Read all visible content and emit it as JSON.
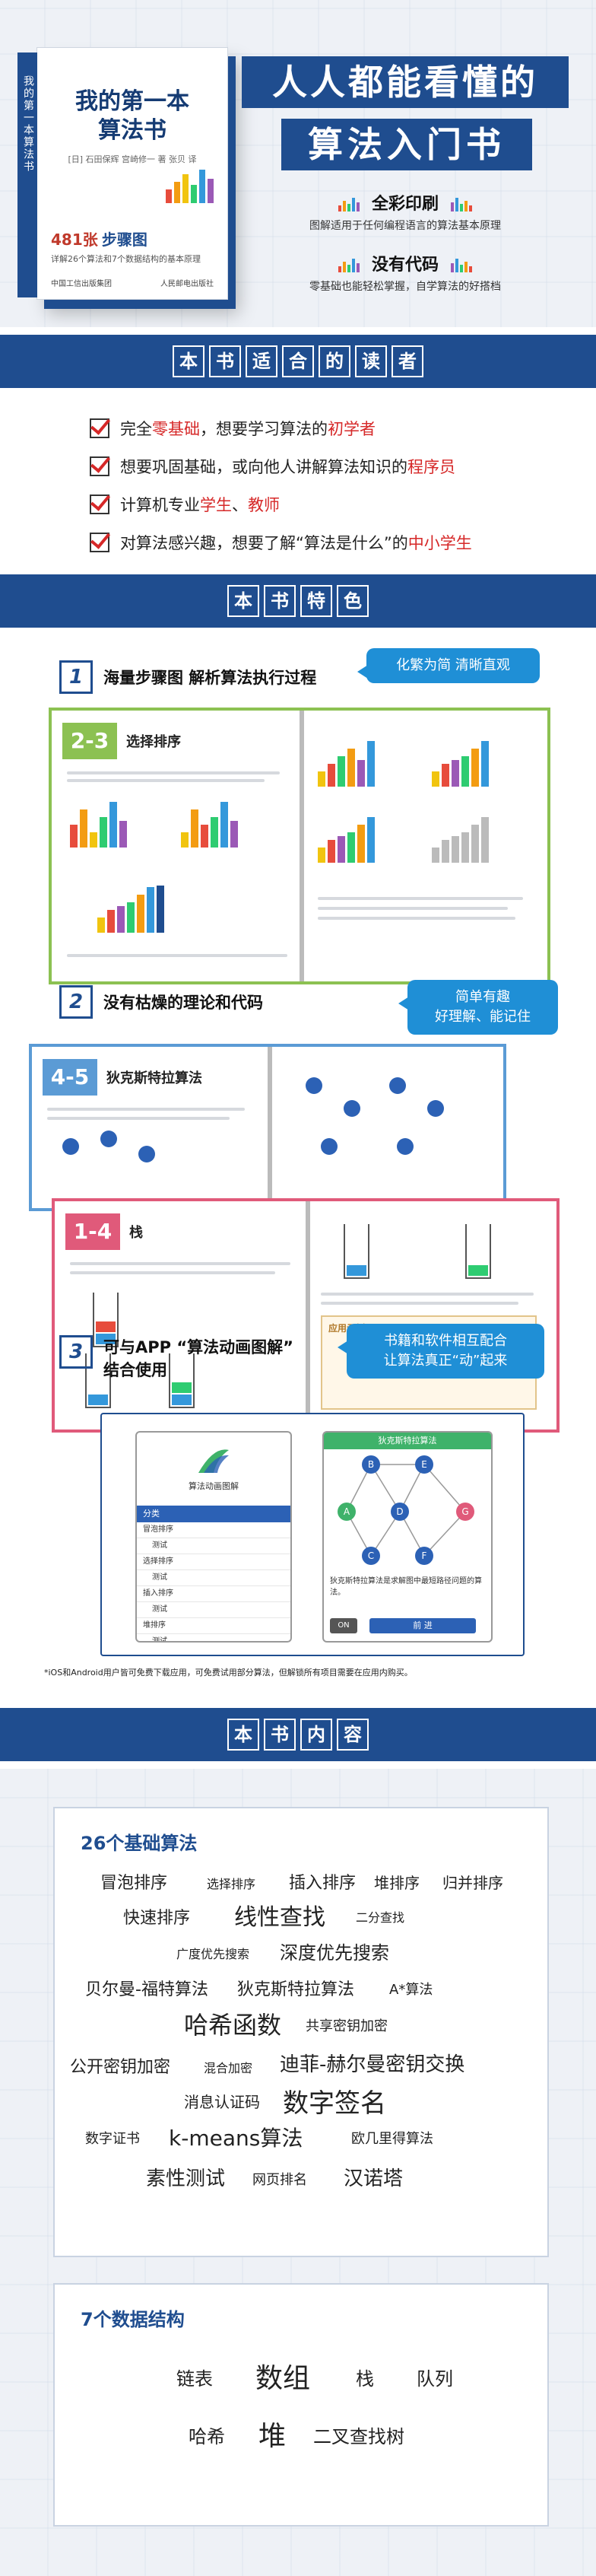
{
  "book": {
    "spine": "我的第一本算法书",
    "title_line1": "我的第一本",
    "title_line2": "算法书",
    "subtitle": "[日] 石田保辉 宫崎修一 著  张贝 译",
    "badge_a": "481张",
    "badge_b": "步骤图",
    "badge_note": "详解26个算法和7个数据结构的基本原理",
    "publisher": "中国工信出版集团",
    "publisher2": "人民邮电出版社"
  },
  "hero": {
    "title1": "人人都能看懂的",
    "title2": "算法入门书",
    "feature1_title": "全彩印刷",
    "feature1_desc": "图解适用于任何编程语言的算法基本原理",
    "feature2_title": "没有代码",
    "feature2_desc": "零基础也能轻松掌握，自学算法的好搭档"
  },
  "readers_section": {
    "tag": [
      "本",
      "书",
      "适",
      "合",
      "的",
      "读",
      "者"
    ],
    "items": [
      {
        "a": "完全",
        "hl1": "零基础",
        "b": "，想要学习算法的",
        "hl2": "初学者",
        "c": ""
      },
      {
        "a": "想要巩固基础，或向他人讲解算法知识的",
        "hl1": "程序员",
        "b": "",
        "hl2": "",
        "c": ""
      },
      {
        "a": "计算机专业",
        "hl1": "学生",
        "b": "、",
        "hl2": "教师",
        "c": ""
      },
      {
        "a": "对算法感兴趣，想要了解“算法是什么”的",
        "hl1": "中小学生",
        "b": "",
        "hl2": "",
        "c": ""
      }
    ]
  },
  "features_section": {
    "tag": [
      "本",
      "书",
      "特",
      "色"
    ],
    "f1": {
      "num": "1",
      "label": "海量步骤图 解析算法执行过程",
      "bubble": "化繁为简 清晰直观",
      "lesson_num": "2-3",
      "lesson_title": "选择排序"
    },
    "f2": {
      "num": "2",
      "label": "没有枯燥的理论和代码",
      "bubble_l1": "简单有趣",
      "bubble_l2": "好理解、能记住",
      "lesson_num_a": "4-5",
      "lesson_title_a": "狄克斯特拉算法",
      "lesson_num_b": "1-4",
      "lesson_title_b": "栈",
      "note_title": "应用示例"
    },
    "f3": {
      "num": "3",
      "label_l1": "可与APP “算法动画图解”",
      "label_l2": "结合使用",
      "bubble_l1": "书籍和软件相互配合",
      "bubble_l2": "让算法真正“动”起来"
    },
    "app": {
      "logo_text": "算法动画图解",
      "menu_header": "分类",
      "menu_items": [
        "冒泡排序",
        "测试",
        "选择排序",
        "测试",
        "插入排序",
        "测试",
        "堆排序",
        "测试"
      ],
      "screen_title": "狄克斯特拉算法",
      "nodes": [
        "A",
        "B",
        "C",
        "D",
        "E",
        "F",
        "G"
      ],
      "caption": "狄克斯特拉算法是求解图中最短路径问题的算法。",
      "btn_back": "ON",
      "btn_next": "前 进"
    },
    "footnote": "*iOS和Android用户皆可免费下载应用，可免费试用部分算法，但解锁所有项目需要在应用内购买。"
  },
  "contents_section": {
    "tag": [
      "本",
      "书",
      "内",
      "容"
    ],
    "algo_title": "26个基础算法",
    "algorithms": [
      "冒泡排序",
      "选择排序",
      "插入排序",
      "堆排序",
      "归并排序",
      "快速排序",
      "线性查找",
      "二分查找",
      "广度优先搜索",
      "深度优先搜索",
      "贝尔曼-福特算法",
      "狄克斯特拉算法",
      "A*算法",
      "哈希函数",
      "共享密钥加密",
      "公开密钥加密",
      "混合加密",
      "迪菲-赫尔曼密钥交换",
      "消息认证码",
      "数字签名",
      "数字证书",
      "k-means算法",
      "欧几里得算法",
      "素性测试",
      "网页排名",
      "汉诺塔"
    ],
    "ds_title": "7个数据结构",
    "data_structures": [
      "链表",
      "数组",
      "栈",
      "队列",
      "哈希",
      "堆",
      "二叉查找树"
    ]
  },
  "colors": {
    "brand_blue": "#1f4d8f",
    "accent_red": "#d62828",
    "bubble_blue": "#1f8fd6",
    "green": "#8cc152",
    "pink": "#e05a7a"
  }
}
